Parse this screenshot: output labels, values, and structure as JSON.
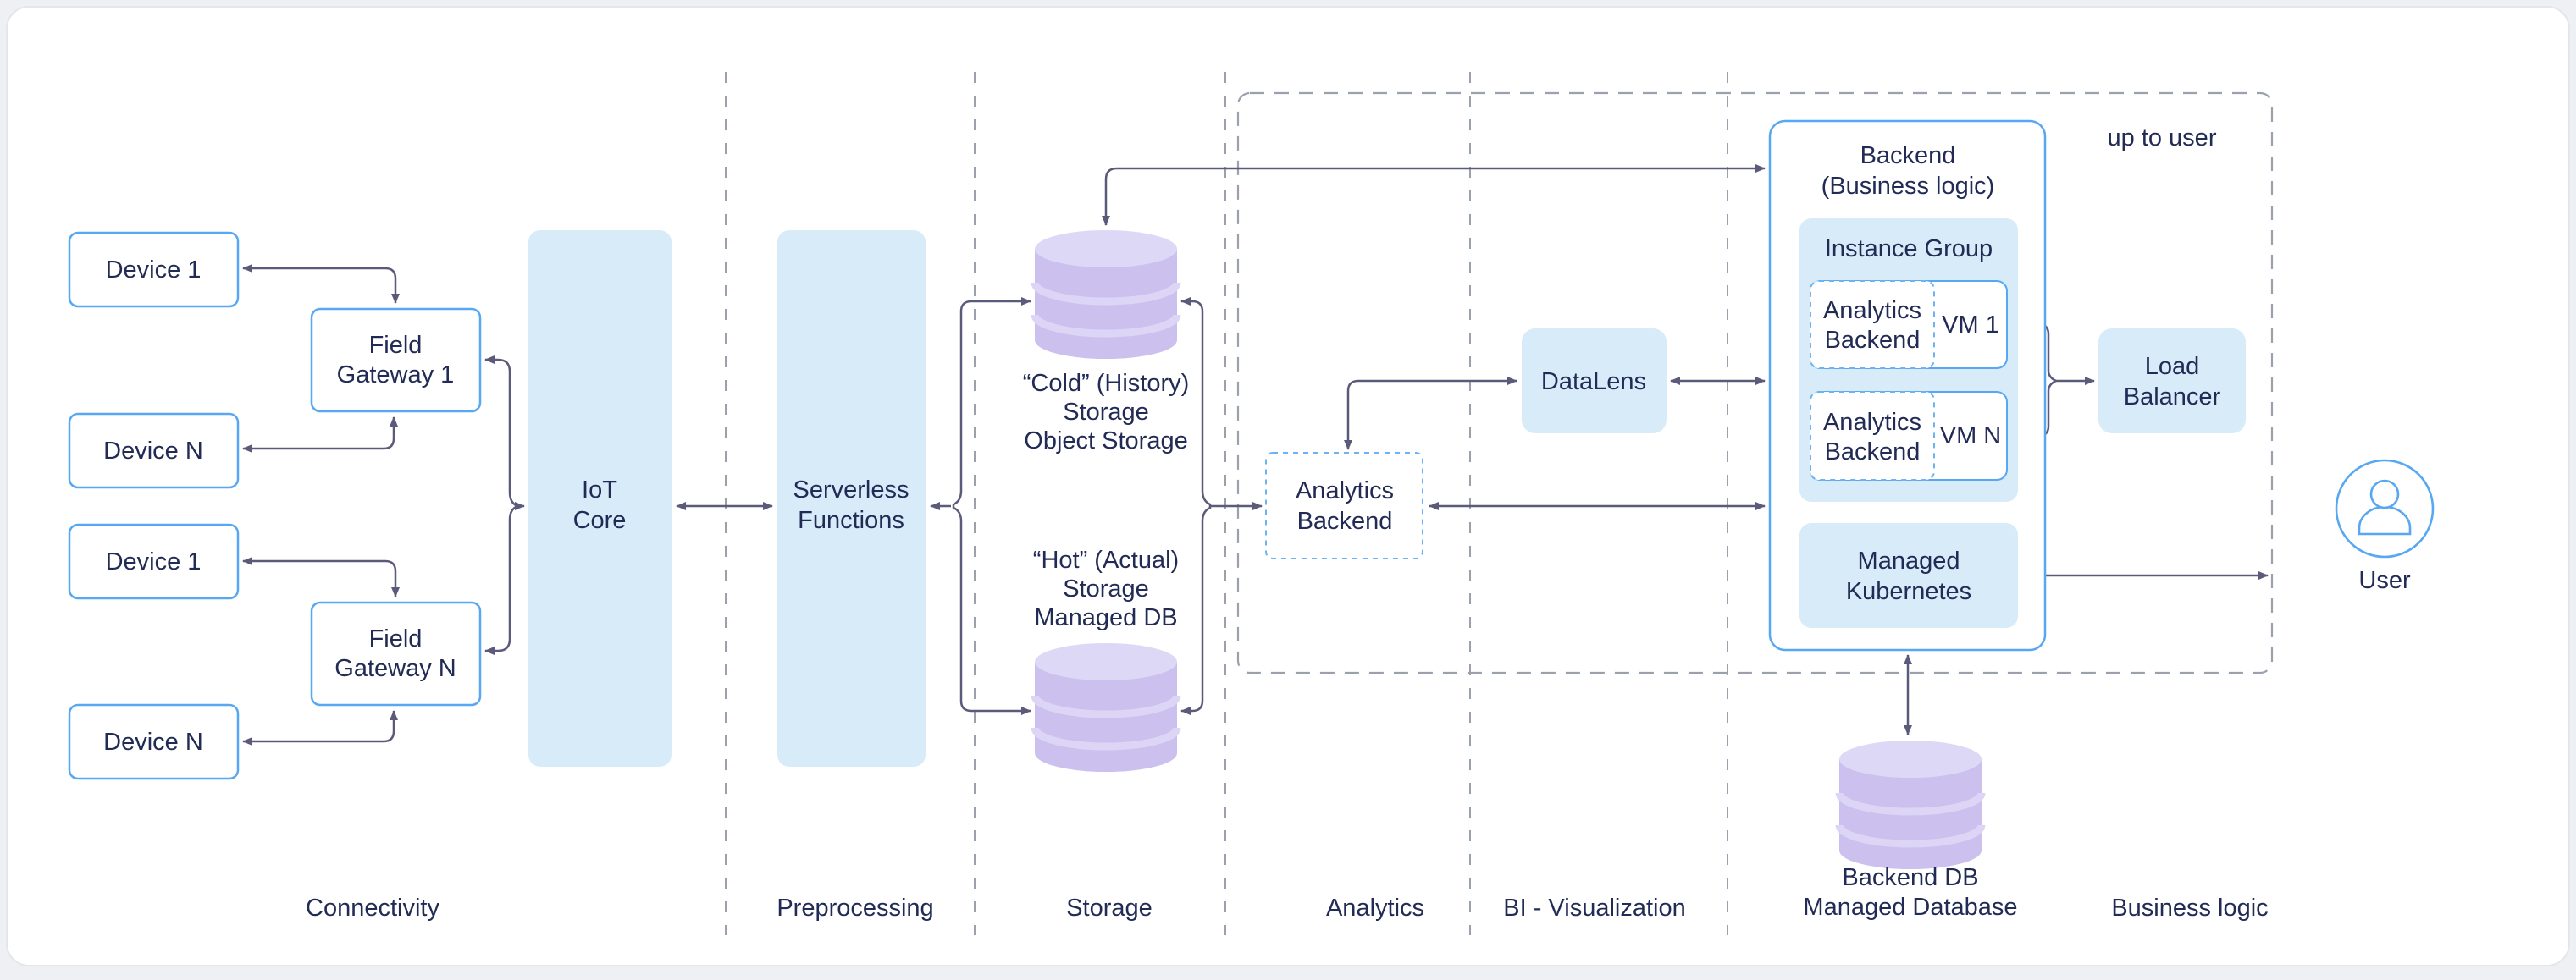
{
  "zones": {
    "connectivity": "Connectivity",
    "preprocessing": "Preprocessing",
    "storage": "Storage",
    "analytics": "Analytics",
    "bi": "BI - Visualization",
    "business_logic": "Business logic"
  },
  "nodes": {
    "device_1a": "Device 1",
    "device_na": "Device N",
    "device_1b": "Device 1",
    "device_nb": "Device N",
    "field_gateway_1": {
      "l1": "Field",
      "l2": "Gateway 1"
    },
    "field_gateway_n": {
      "l1": "Field",
      "l2": "Gateway N"
    },
    "iot_core": {
      "l1": "IoT",
      "l2": "Core"
    },
    "serverless": {
      "l1": "Serverless",
      "l2": "Functions"
    },
    "cold_storage": {
      "l1": "“Cold” (History)",
      "l2": "Storage",
      "l3": "Object Storage"
    },
    "hot_storage": {
      "l1": "“Hot” (Actual)",
      "l2": "Storage",
      "l3": "Managed DB"
    },
    "analytics_backend": {
      "l1": "Analytics",
      "l2": "Backend"
    },
    "datalens": "DataLens",
    "backend": {
      "l1": "Backend",
      "l2": "(Business logic)"
    },
    "instance_group": "Instance Group",
    "vm_1": {
      "label": "VM 1",
      "inner": {
        "l1": "Analytics",
        "l2": "Backend"
      }
    },
    "vm_n": {
      "label": "VM N",
      "inner": {
        "l1": "Analytics",
        "l2": "Backend"
      }
    },
    "managed_kubernetes": {
      "l1": "Managed",
      "l2": "Kubernetes"
    },
    "load_balancer": {
      "l1": "Load",
      "l2": "Balancer"
    },
    "backend_db": {
      "l1": "Backend DB",
      "l2": "Managed Database"
    },
    "user": "User"
  },
  "annotations": {
    "up_to_user": "up to user"
  },
  "colors": {
    "box_fill_blue": "#d7ebf9",
    "box_border_blue": "#58a7f2",
    "dashed_border_blue": "#6cb3f4",
    "text_navy": "#212b55",
    "arrow": "#5c5a7a",
    "zone_dash_gray": "#9aa1ad",
    "cylinder_body": "#cbc0ee",
    "cylinder_top": "#ded8f7",
    "canvas": "#ffffff",
    "page_background": "#eef0f3"
  }
}
